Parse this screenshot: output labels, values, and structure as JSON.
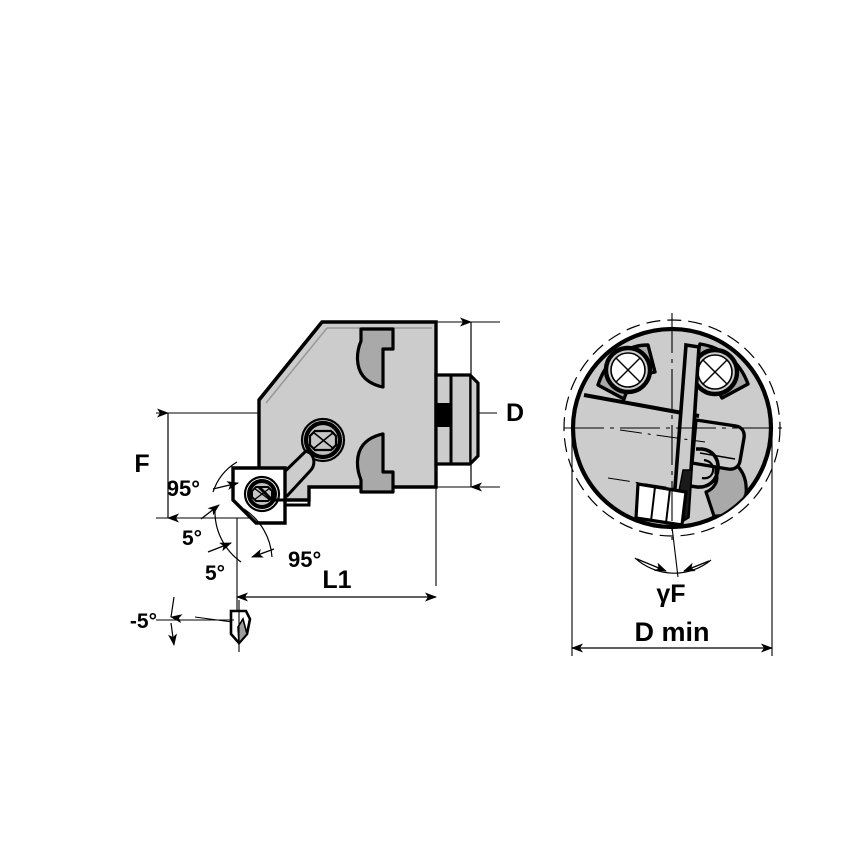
{
  "drawing": {
    "title": "Boring bar cutting head technical drawing",
    "views": [
      {
        "name": "side-view",
        "label": ""
      },
      {
        "name": "front-view",
        "label": ""
      }
    ],
    "colors": {
      "background": "#ffffff",
      "body_fill": "#cccccc",
      "pocket_fill": "#a9a9a9",
      "insert_fill": "#ffffff",
      "outline": "#000000",
      "thin_line": "#000000"
    }
  },
  "side_view": {
    "dimensions": {
      "height_label": "D",
      "flange_label": "F",
      "length_label": "L1"
    },
    "angles": {
      "lead_angle_upper": "95°",
      "lead_angle_lower": "95°",
      "clearance_upper": "5°",
      "clearance_lower": "5°",
      "rake_detail": "-5°"
    }
  },
  "front_view": {
    "dimensions": {
      "diameter_min_label": "D min"
    },
    "angles": {
      "gamma_f_label": "γF"
    }
  },
  "notes": {
    "units": "",
    "scale": ""
  }
}
